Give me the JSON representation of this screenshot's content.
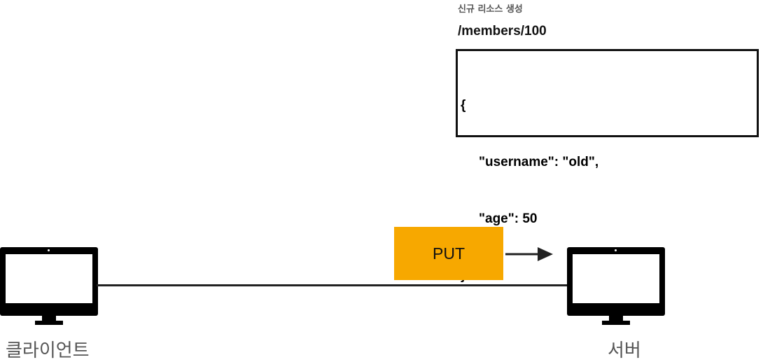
{
  "caption": "신규 리소스 생성",
  "resource_path": "/members/100",
  "json_body": {
    "open_brace": "{",
    "line1": "\"username\": \"old\",",
    "line2": "\"age\": 50",
    "close_brace": "}"
  },
  "method": {
    "label": "PUT",
    "color": "#f7a800"
  },
  "nodes": {
    "client_label": "클라이언트",
    "server_label": "서버",
    "client_icon": "monitor-icon",
    "server_icon": "monitor-icon"
  }
}
